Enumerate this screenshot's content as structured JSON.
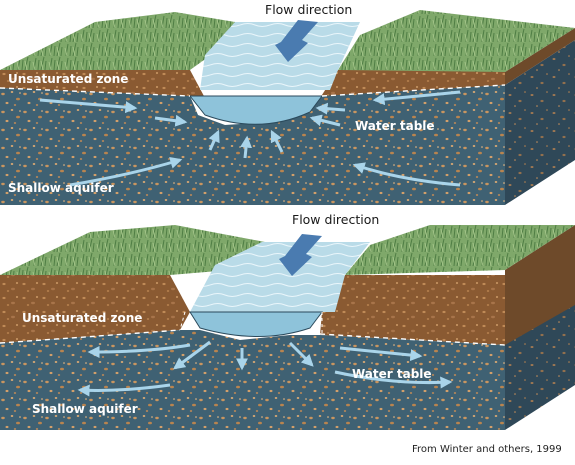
{
  "panels": [
    {
      "flow_label": "Flow direction",
      "unsaturated_label": "Unsaturated zone",
      "water_table_label": "Water table",
      "aquifer_label": "Shallow aquifer"
    },
    {
      "flow_label": "Flow direction",
      "unsaturated_label": "Unsaturated zone",
      "water_table_label": "Water table",
      "aquifer_label": "Shallow aquifer"
    }
  ],
  "credit": "From Winter and others, 1999",
  "colors": {
    "grass": "#7fa86a",
    "grass_dark": "#4f7d44",
    "soil": "#8a5a32",
    "aquifer": "#3f6173",
    "aquifer_side": "#2f4858",
    "stream": "#b9dbe8",
    "arrow": "#a9d4ea",
    "flow_arrow": "#4a7bb0"
  }
}
